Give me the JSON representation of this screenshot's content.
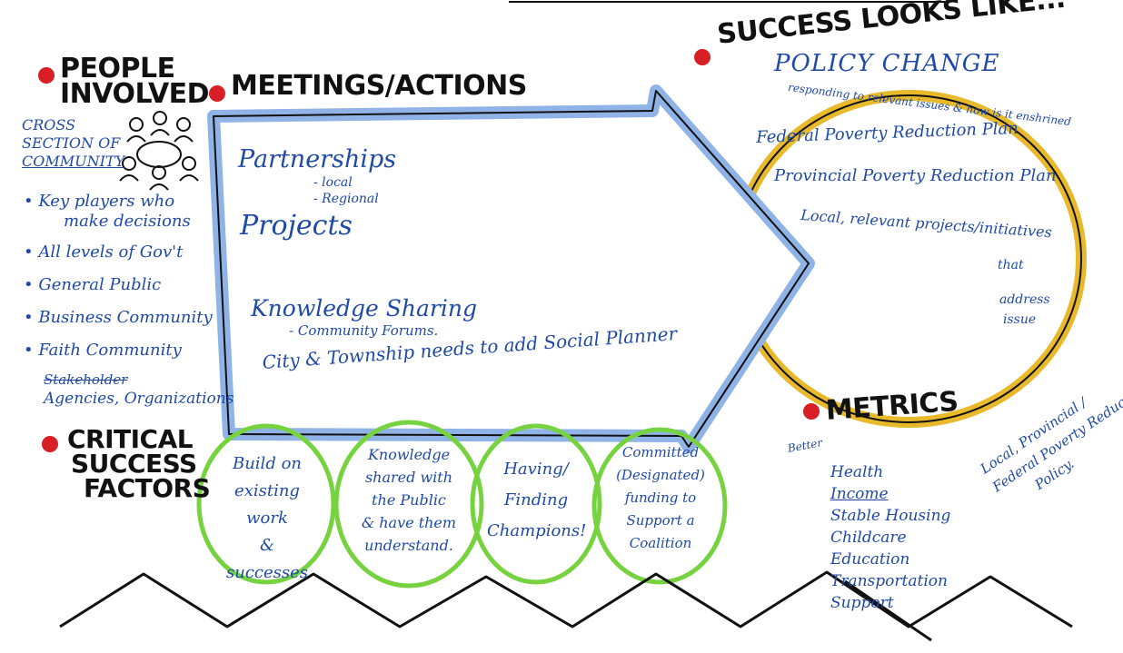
{
  "colors": {
    "bullet": "#d81f26",
    "ink_blue": "#1f4aa8",
    "arrow_glow": "#8fb3e6",
    "ellipse_gold": "#e8b92a",
    "circle_green": "#76d33f",
    "outline": "#111111"
  },
  "icons": {
    "people": "people-around-table-icon"
  },
  "headings": {
    "people": [
      "PEOPLE",
      "INVOLVED"
    ],
    "meetings": "MEETINGS/ACTIONS",
    "success": "SUCCESS LOOKS LIKE...",
    "critical": [
      "CRITICAL",
      "SUCCESS",
      "FACTORS"
    ],
    "metrics": "METRICS"
  },
  "people": {
    "cross_section": [
      "CROSS",
      "SECTION OF",
      "COMMUNITY"
    ],
    "items": [
      "• Key players who",
      "make decisions",
      "• All levels of Gov't",
      "• General Public",
      "• Business Community",
      "• Faith Community",
      "Stakeholder",
      "Agencies, Organizations"
    ]
  },
  "arrow": {
    "partnerships": "Partnerships",
    "local": "- local",
    "regional": "- Regional",
    "projects": "Projects",
    "knowledge": "Knowledge Sharing",
    "forums": "- Community Forums.",
    "city": "City & Township needs to add Social Planner"
  },
  "success": {
    "policy": "POLICY CHANGE",
    "policy_sub": "responding to relevant issues & how is it enshrined",
    "lines": [
      "Federal Poverty Reduction Plan",
      "Provincial Poverty Reduction Plan",
      "Local, relevant projects/initiatives",
      "that",
      "address",
      "issue"
    ]
  },
  "factors": [
    [
      "Build on",
      "existing work",
      "& successes"
    ],
    [
      "Knowledge",
      "shared with",
      "the Public",
      "& have them",
      "understand."
    ],
    [
      "Having/",
      "Finding",
      "Champions!"
    ],
    [
      "Committed",
      "(Designated)",
      "funding to",
      "Support a",
      "Coalition"
    ]
  ],
  "metrics": {
    "better": "Better",
    "items": [
      "Health",
      "Income",
      "Stable Housing",
      "Childcare",
      "Education",
      "Transportation",
      "Support"
    ],
    "side": [
      "Local, Provincial /",
      "Federal Poverty Reduction",
      "Policy."
    ]
  }
}
